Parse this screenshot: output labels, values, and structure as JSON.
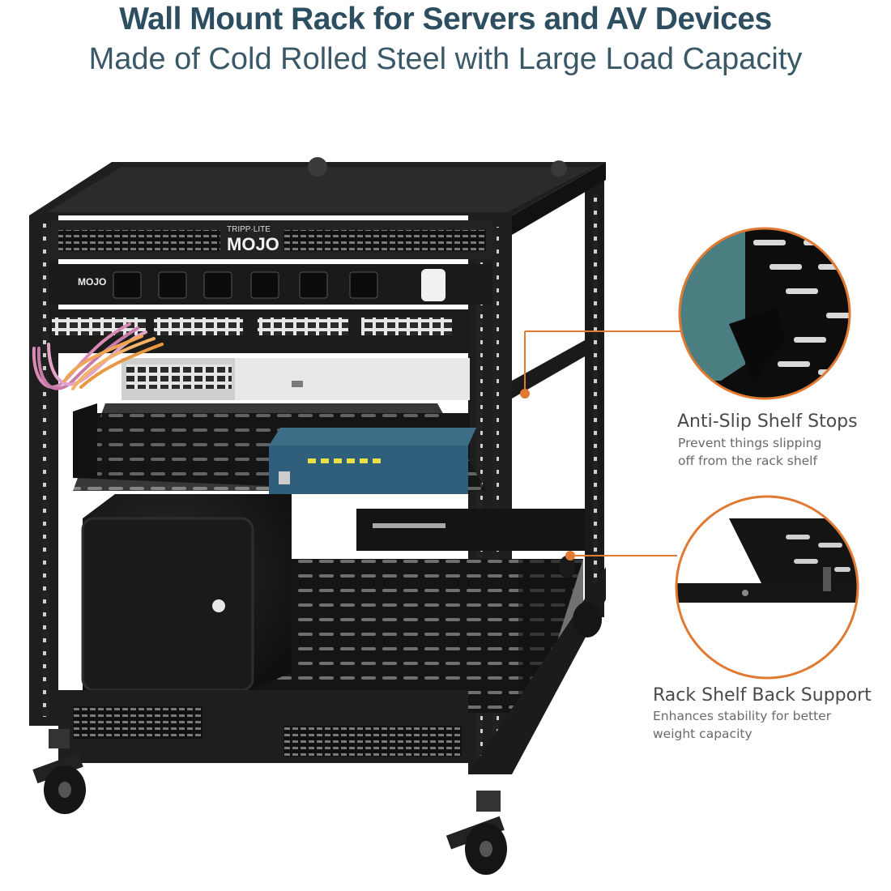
{
  "header": {
    "title": "Wall Mount Rack for Servers and AV Devices",
    "subtitle": "Made of Cold Rolled Steel with Large Load Capacity"
  },
  "rack": {
    "brand_top": "MOJO",
    "brand_prefix": "TRIPP·LITE",
    "brand_pdu": "MOJO"
  },
  "callouts": [
    {
      "title": "Anti-Slip Shelf Stops",
      "description_lines": [
        "Prevent things slipping",
        "off from the rack shelf"
      ]
    },
    {
      "title": "Rack Shelf Back Support",
      "description_lines": [
        "Enhances stability for better",
        "weight capacity"
      ]
    }
  ],
  "colors": {
    "accent": "#e07a32",
    "heading": "#2c4e60",
    "rack_black": "#1c1c1c"
  }
}
